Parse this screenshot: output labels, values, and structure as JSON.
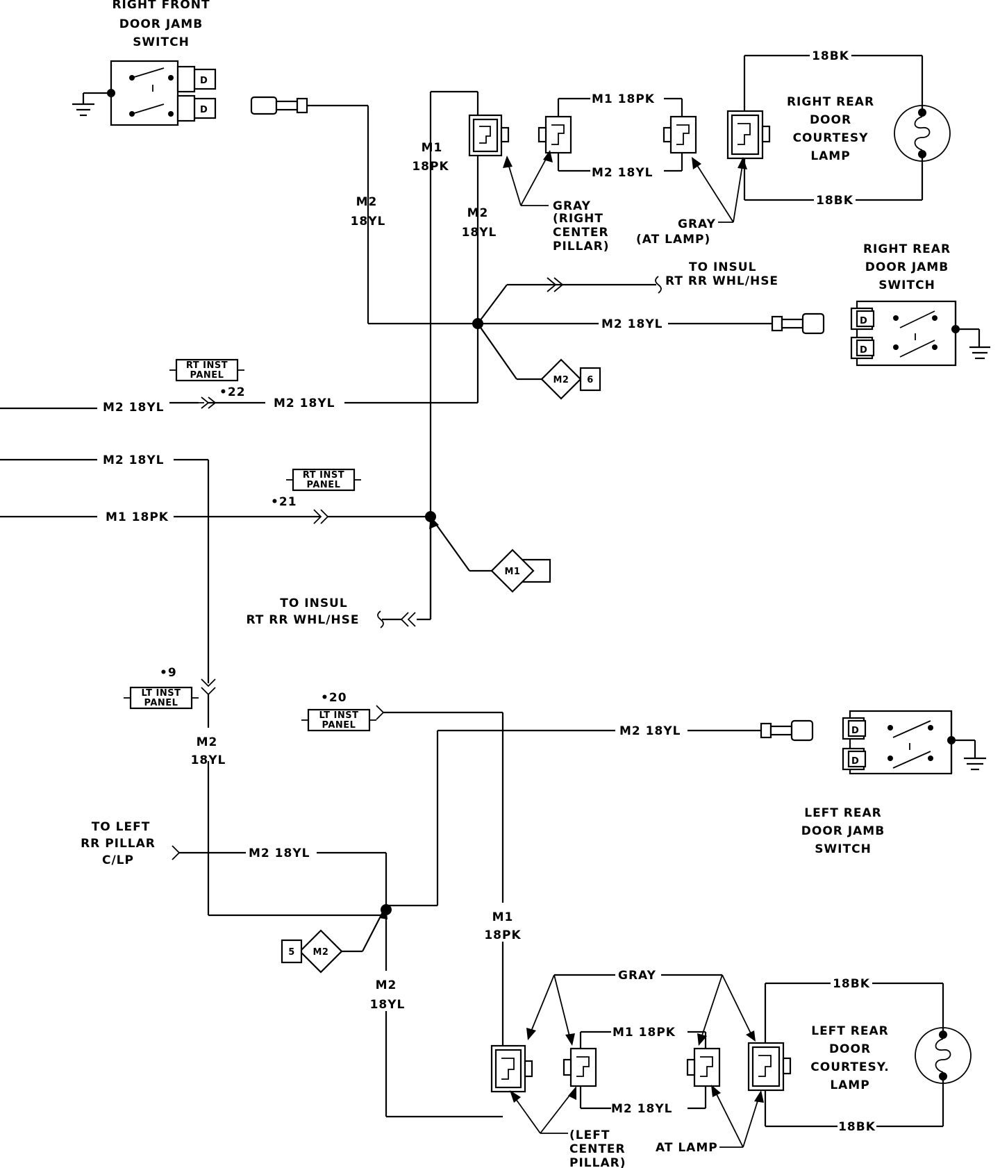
{
  "components": {
    "rf_jamb": "RIGHT FRONT DOOR JAMB SWITCH",
    "rr_lamp": "RIGHT REAR DOOR COURTESY LAMP",
    "rr_jamb": "RIGHT REAR DOOR JAMB SWITCH",
    "lr_jamb": "LEFT REAR DOOR JAMB SWITCH",
    "lr_lamp": "LEFT REAR DOOR COURTESY LAMP"
  },
  "wires": {
    "m2_18yl": "M2 18YL",
    "m1_18pk": "M1 18PK",
    "m2": "M2",
    "m1": "M1",
    "w18yl": "18YL",
    "w18pk": "18PK",
    "w18bk": "18BK",
    "gray": "GRAY"
  },
  "connectors": {
    "rt_inst_panel": "RT INST PANEL",
    "lt_inst_panel": "LT INST PANEL",
    "c22": "•22",
    "c21": "•21",
    "c9": "•9",
    "c20": "•20"
  },
  "locations": {
    "right_center_pillar": "(RIGHT CENTER PILLAR)",
    "at_lamp_paren": "(AT LAMP)",
    "at_lamp": "AT LAMP",
    "left_center_pillar": "(LEFT CENTER PILLAR)"
  },
  "destinations": {
    "to_insul": "TO INSUL",
    "rt_rr_whl_hse": "RT RR WHL/HSE",
    "to_left": "TO LEFT",
    "rr_pillar": "RR PILLAR",
    "c_lp": "C/LP"
  },
  "splices": {
    "m2_6": "6",
    "m1": "M1",
    "m2_5": "5",
    "m2": "M2"
  }
}
